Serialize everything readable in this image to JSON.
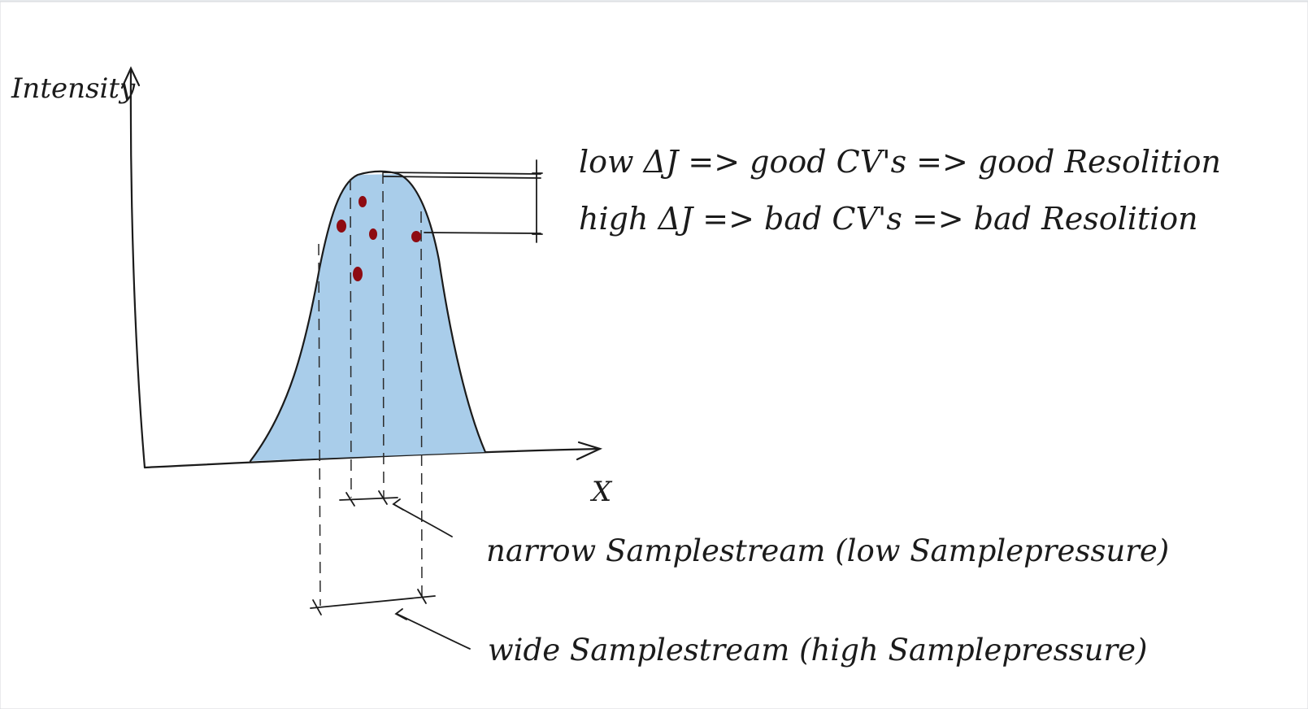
{
  "diagram": {
    "y_axis_label": "Intensity",
    "x_axis_label": "X",
    "note_good": "low ΔJ => good CV's => good Resolition",
    "note_bad": "high ΔJ => bad CV's => bad Resolition",
    "narrow_label": "narrow Samplestream (low Samplepressure)",
    "wide_label": "wide Samplestream (high Samplepressure)"
  },
  "colors": {
    "paper": "#ffffff",
    "ink": "#1b1b1b",
    "peak_fill": "#a9cdea",
    "dots": "#8e0b12"
  }
}
